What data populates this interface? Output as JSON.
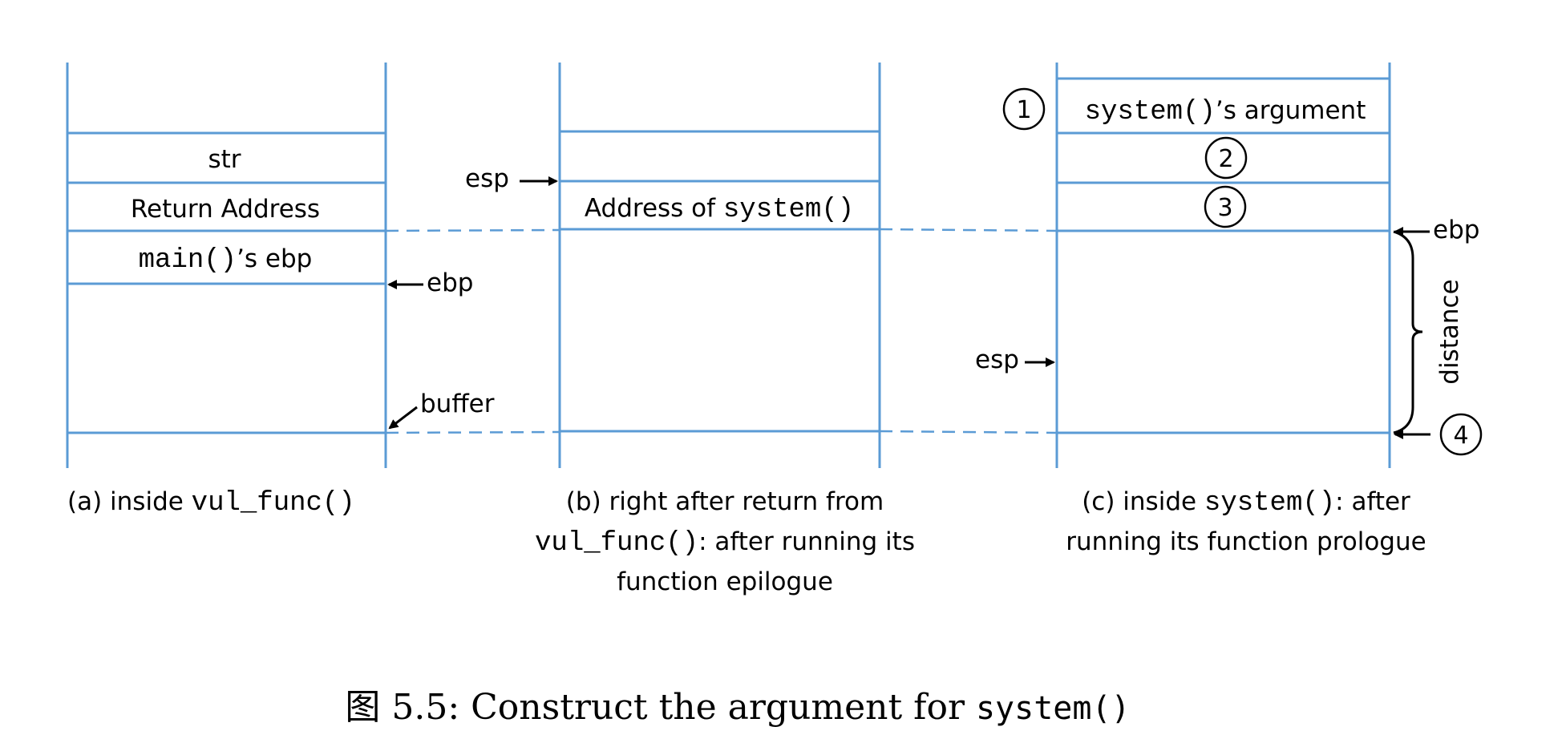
{
  "stack_a": {
    "cell_str": "str",
    "cell_return": "Return Address",
    "cell_ebp_mono": "main()",
    "cell_ebp_rest": "’s ebp",
    "ebp_label": "ebp",
    "buffer_label": "buffer",
    "caption_prefix": "(a) inside ",
    "caption_mono": "vul_func()"
  },
  "stack_b": {
    "esp_label": "esp",
    "cell_addr_prefix": "Address of ",
    "cell_addr_mono": "system()",
    "caption_line1": "(b) right after return from",
    "caption_line2_mono": "vul_func()",
    "caption_line2_rest": ": after running its",
    "caption_line3": "function epilogue"
  },
  "stack_c": {
    "circle_1": "1",
    "circle_2": "2",
    "circle_3": "3",
    "circle_4": "4",
    "cell_arg_mono": "system()",
    "cell_arg_rest": "’s argument",
    "ebp_label": "ebp",
    "esp_label": "esp",
    "distance_label": "distance",
    "caption_line1_prefix": "(c) inside ",
    "caption_line1_mono": "system()",
    "caption_line1_rest": ": after",
    "caption_line2": "running its function prologue"
  },
  "figure": {
    "caption_prefix": "图 5.5: Construct the argument for ",
    "caption_mono": "system()"
  },
  "colors": {
    "stack_line": "#5b9bd5",
    "arrow": "#000000"
  }
}
